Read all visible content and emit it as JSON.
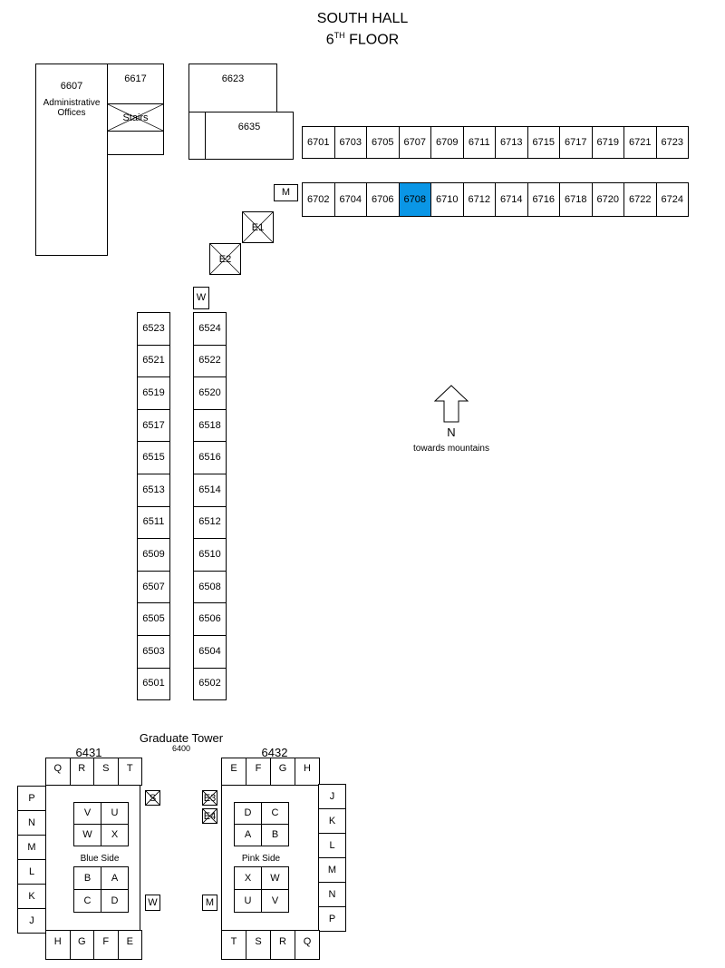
{
  "title": {
    "line1": "SOUTH HALL",
    "floor_num": "6",
    "floor_sup": "TH",
    "floor_word": "FLOOR"
  },
  "admin": {
    "room": "6607",
    "label_line1": "Administrative",
    "label_line2": "Offices"
  },
  "rooms_misc": {
    "r6617": "6617",
    "r6623": "6623",
    "r6635": "6635",
    "stairs": "Stairs"
  },
  "corridor_67_top": [
    "6701",
    "6703",
    "6705",
    "6707",
    "6709",
    "6711",
    "6713",
    "6715",
    "6717",
    "6719",
    "6721",
    "6723"
  ],
  "corridor_67_bottom": [
    "6702",
    "6704",
    "6706",
    "6708",
    "6710",
    "6712",
    "6714",
    "6716",
    "6718",
    "6720",
    "6722",
    "6724"
  ],
  "highlighted_room": "6708",
  "highlight_color": "#0a96e6",
  "restrooms": {
    "m_top": "M",
    "w_mid": "W"
  },
  "elevators": {
    "e1": "E1",
    "e2": "E2"
  },
  "corridor_65_left": [
    "6523",
    "6521",
    "6519",
    "6517",
    "6515",
    "6513",
    "6511",
    "6509",
    "6507",
    "6505",
    "6503",
    "6501"
  ],
  "corridor_65_right": [
    "6524",
    "6522",
    "6520",
    "6518",
    "6516",
    "6514",
    "6512",
    "6510",
    "6508",
    "6506",
    "6504",
    "6502"
  ],
  "compass": {
    "letter": "N",
    "caption": "towards mountains"
  },
  "tower": {
    "title": "Graduate Tower",
    "number": "6400",
    "blue": {
      "label": "6431",
      "side_label": "Blue Side",
      "top_row": [
        "Q",
        "R",
        "S",
        "T"
      ],
      "left_col": [
        "P",
        "N",
        "M",
        "L",
        "K",
        "J"
      ],
      "bottom_row": [
        "H",
        "G",
        "F",
        "E"
      ],
      "inner_upper": [
        "V",
        "U",
        "W",
        "X"
      ],
      "inner_lower": [
        "B",
        "A",
        "C",
        "D"
      ],
      "stairs_box": "S",
      "restroom": "W"
    },
    "pink": {
      "label": "6432",
      "side_label": "Pink Side",
      "top_row": [
        "E",
        "F",
        "G",
        "H"
      ],
      "right_col": [
        "J",
        "K",
        "L",
        "M",
        "N",
        "P"
      ],
      "bottom_row": [
        "T",
        "S",
        "R",
        "Q"
      ],
      "inner_upper": [
        "D",
        "C",
        "A",
        "B"
      ],
      "inner_lower": [
        "X",
        "W",
        "U",
        "V"
      ],
      "elevators": [
        "E3",
        "E4"
      ],
      "restroom": "M"
    }
  }
}
